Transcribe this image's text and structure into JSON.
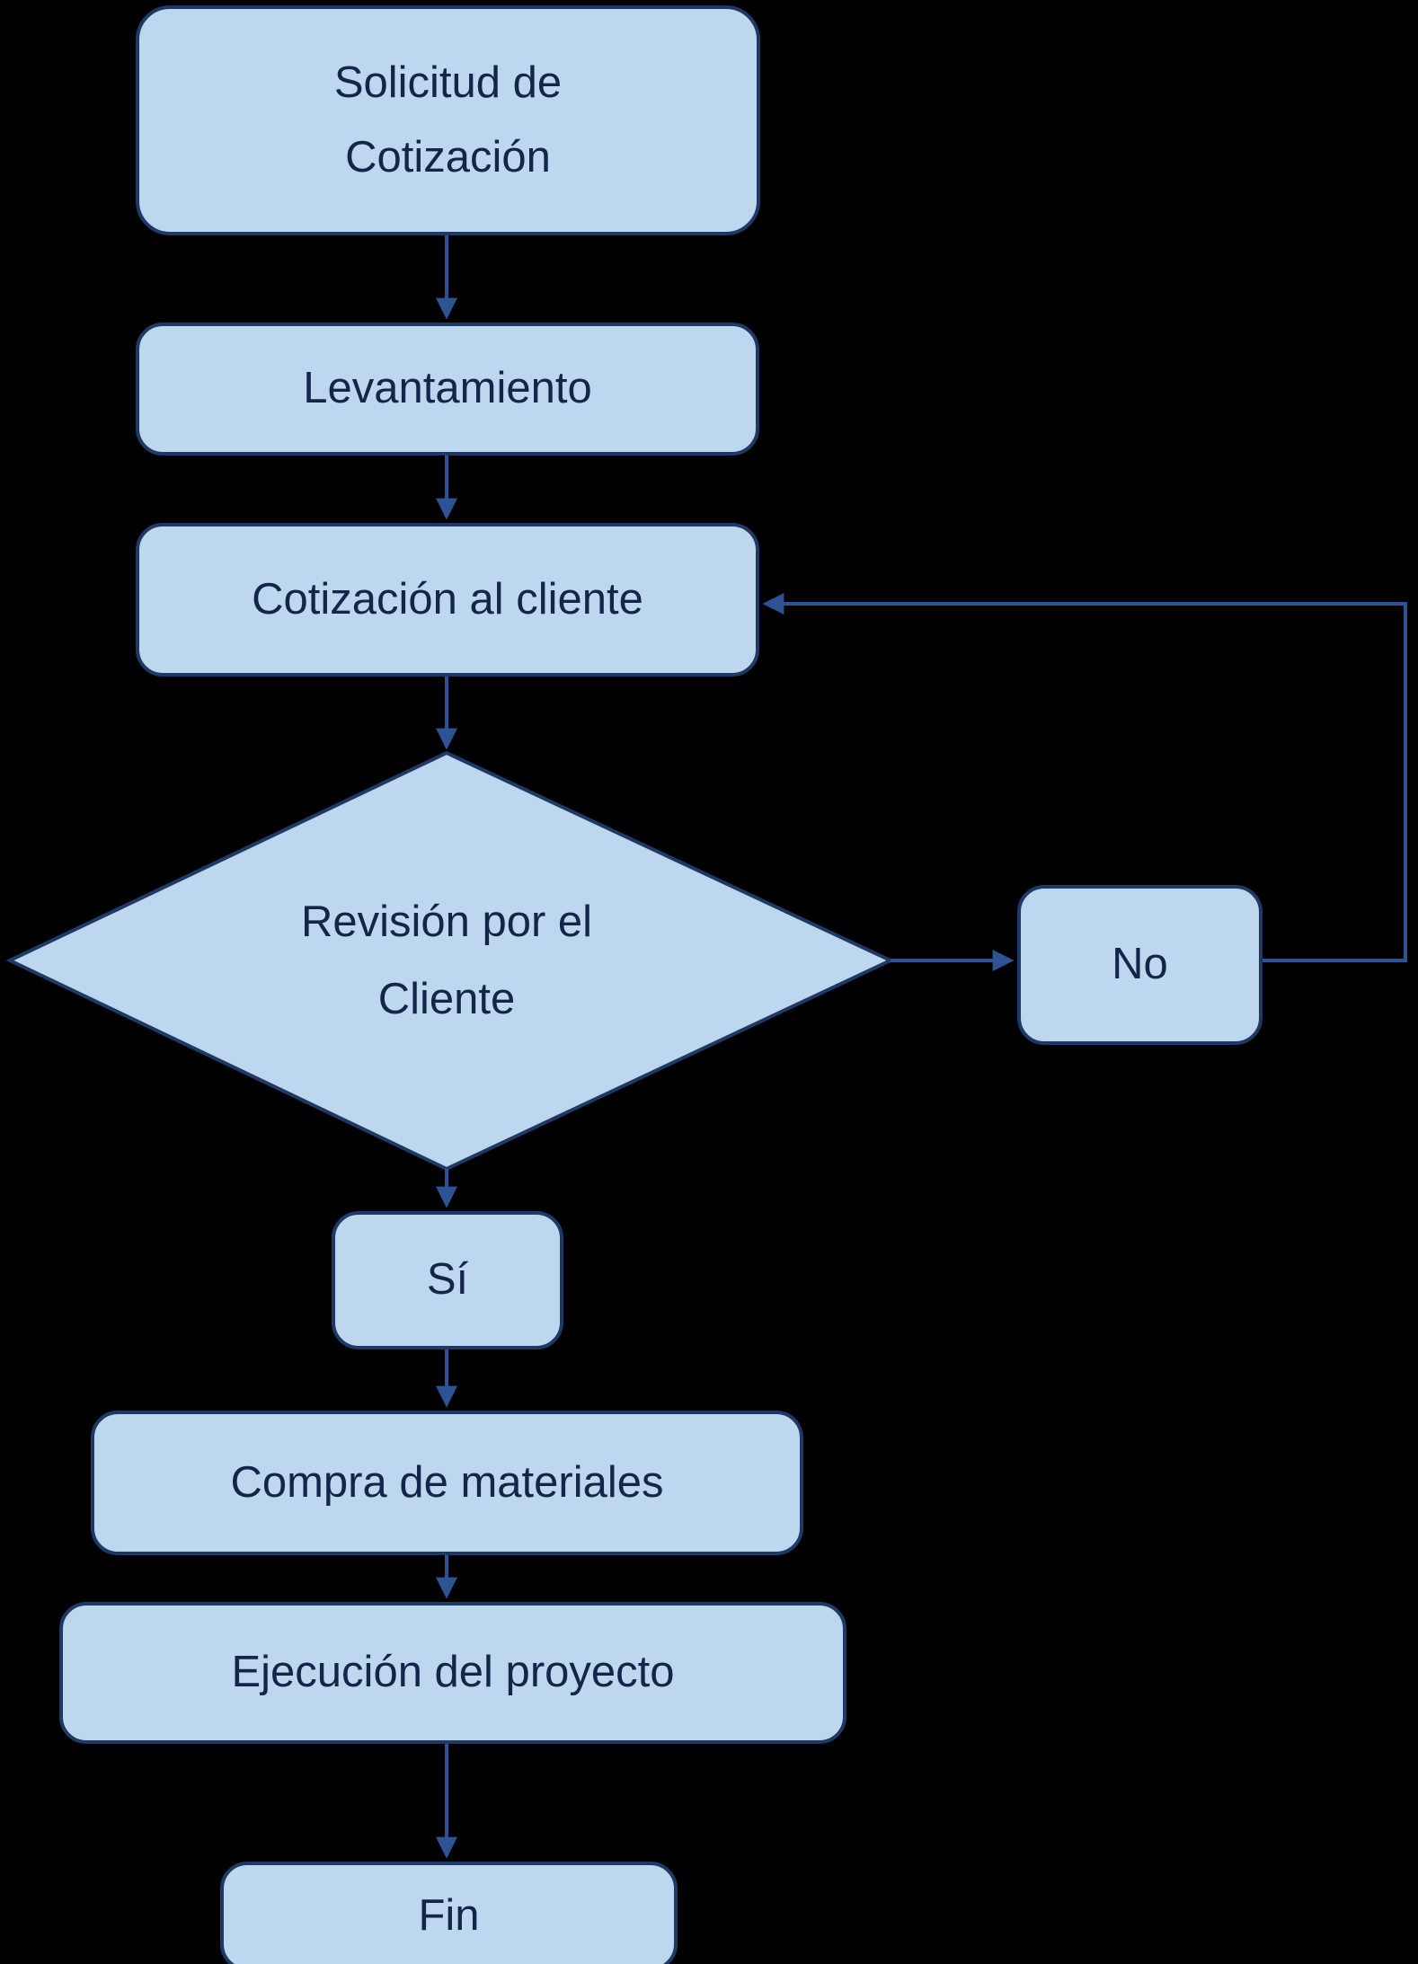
{
  "diagram": {
    "type": "flowchart",
    "colors": {
      "background": "#000000",
      "node_fill": "#BDD7EE",
      "node_border": "#1F3864",
      "arrow": "#2E5395",
      "text": "#13264A"
    },
    "nodes": {
      "start": {
        "lines": [
          "Solicitud de",
          "Cotización"
        ]
      },
      "levantamiento": {
        "label": "Levantamiento"
      },
      "cotizacion": {
        "label": "Cotización al cliente"
      },
      "decision": {
        "lines": [
          "Revisión por el",
          "Cliente"
        ]
      },
      "no": {
        "label": "No"
      },
      "si": {
        "label": "Sí"
      },
      "compra": {
        "label": "Compra de materiales"
      },
      "ejecucion": {
        "label": "Ejecución del proyecto"
      },
      "fin": {
        "label": "Fin"
      }
    },
    "edges": [
      {
        "from": "start",
        "to": "levantamiento"
      },
      {
        "from": "levantamiento",
        "to": "cotizacion"
      },
      {
        "from": "cotizacion",
        "to": "decision"
      },
      {
        "from": "decision",
        "to": "no"
      },
      {
        "from": "no",
        "to": "cotizacion",
        "note": "feedback-loop"
      },
      {
        "from": "decision",
        "to": "si"
      },
      {
        "from": "si",
        "to": "compra"
      },
      {
        "from": "compra",
        "to": "ejecucion"
      },
      {
        "from": "ejecucion",
        "to": "fin"
      }
    ]
  }
}
